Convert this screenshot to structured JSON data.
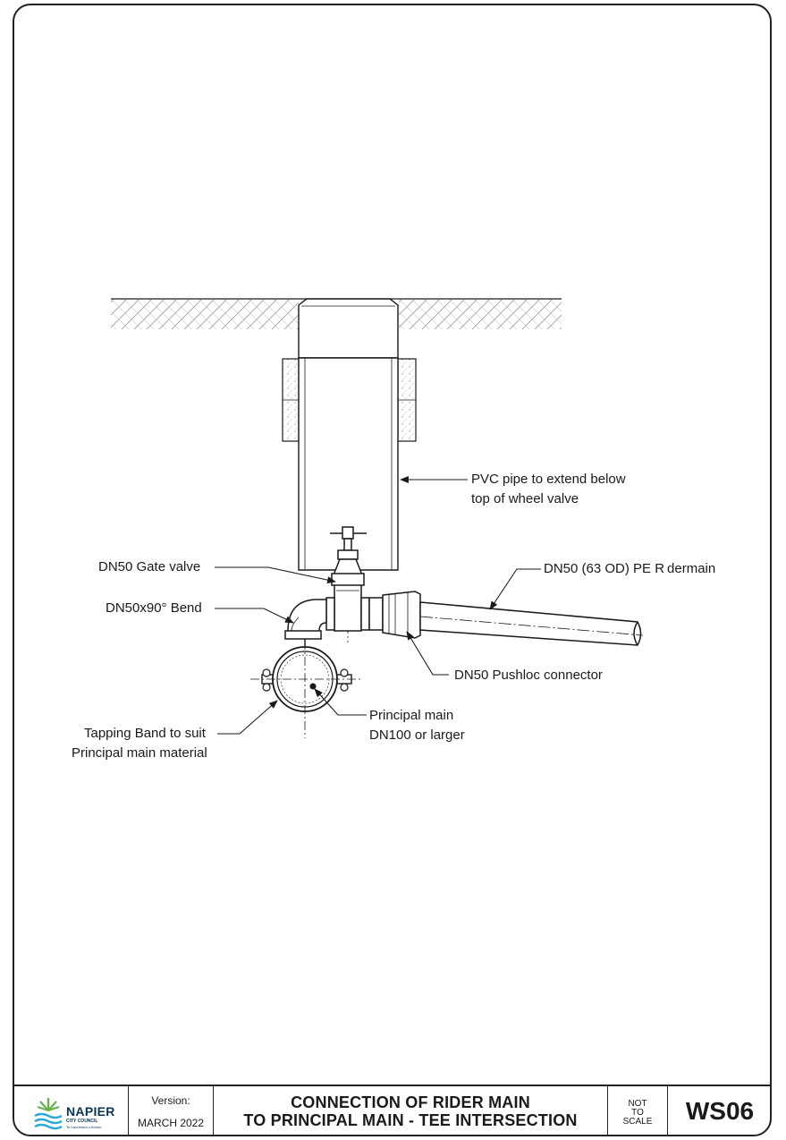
{
  "callouts": {
    "pvc_pipe": [
      "PVC pipe to extend below",
      "top of wheel valve"
    ],
    "gate_valve": "DN50 Gate valve",
    "bend": "DN50x90° Bend",
    "rider_main": "DN50 (63 OD) PE R dermain",
    "pushloc": "DN50 Pushloc connector",
    "principal_main": [
      "Principal main",
      "DN100 or larger"
    ],
    "tapping_band": [
      "Tapping Band to suit",
      "Principal main material"
    ]
  },
  "title_block": {
    "logo_name": "NAPIER",
    "logo_sub": "CITY COUNCIL",
    "logo_tagline": "Te Kaunihera o Ahuriri",
    "version_label": "Version:",
    "version_date": "MARCH 2022",
    "title_line1": "CONNECTION OF RIDER MAIN",
    "title_line2": "TO PRINCIPAL MAIN - TEE INTERSECTION",
    "scale": [
      "NOT",
      "TO",
      "SCALE"
    ],
    "drawing_code": "WS06"
  },
  "colors": {
    "line": "#1a1a1a",
    "brand_blue": "#0b3553",
    "brand_green": "#6ab04c",
    "brand_cyan": "#29a8d6"
  }
}
